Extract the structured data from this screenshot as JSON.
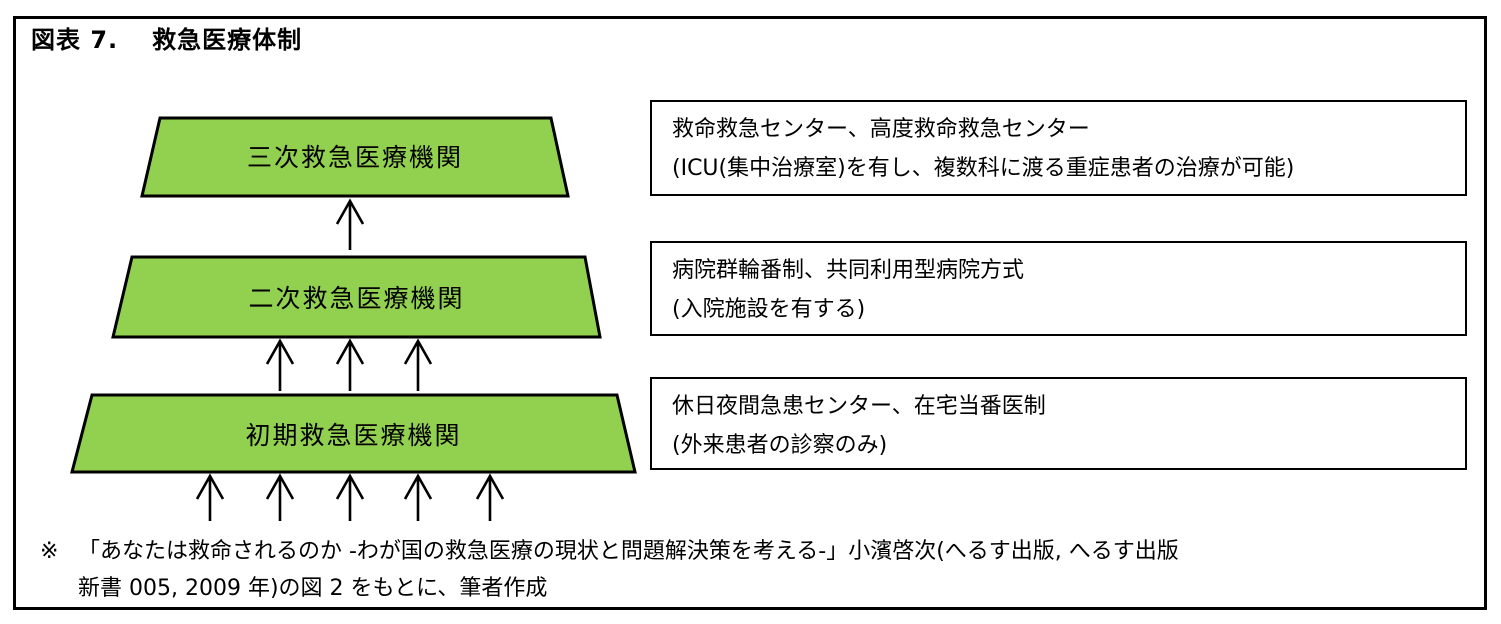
{
  "figure": {
    "title_prefix": "図表 7.",
    "title_text": "救急医療体制"
  },
  "diagram": {
    "shape_fill": "#92D050",
    "shape_border": "#000000",
    "levels": [
      {
        "label": "三次救急医療機関",
        "description_line1": "救命救急センター、高度救命救急センター",
        "description_line2": "(ICU(集中治療室)を有し、複数科に渡る重症患者の治療が可能)",
        "incoming_arrows": 1
      },
      {
        "label": "二次救急医療機関",
        "description_line1": "病院群輪番制、共同利用型病院方式",
        "description_line2": "(入院施設を有する)",
        "incoming_arrows": 3
      },
      {
        "label": "初期救急医療機関",
        "description_line1": "休日夜間急患センター、在宅当番医制",
        "description_line2": "(外来患者の診察のみ)",
        "incoming_arrows": 5
      }
    ]
  },
  "footnote": {
    "marker": "※",
    "line1": "「あなたは救命されるのか -わが国の救急医療の現状と問題解決策を考える-」小濱啓次(へるす出版, へるす出版",
    "line2": "新書 005, 2009 年)の図 2 をもとに、筆者作成"
  }
}
